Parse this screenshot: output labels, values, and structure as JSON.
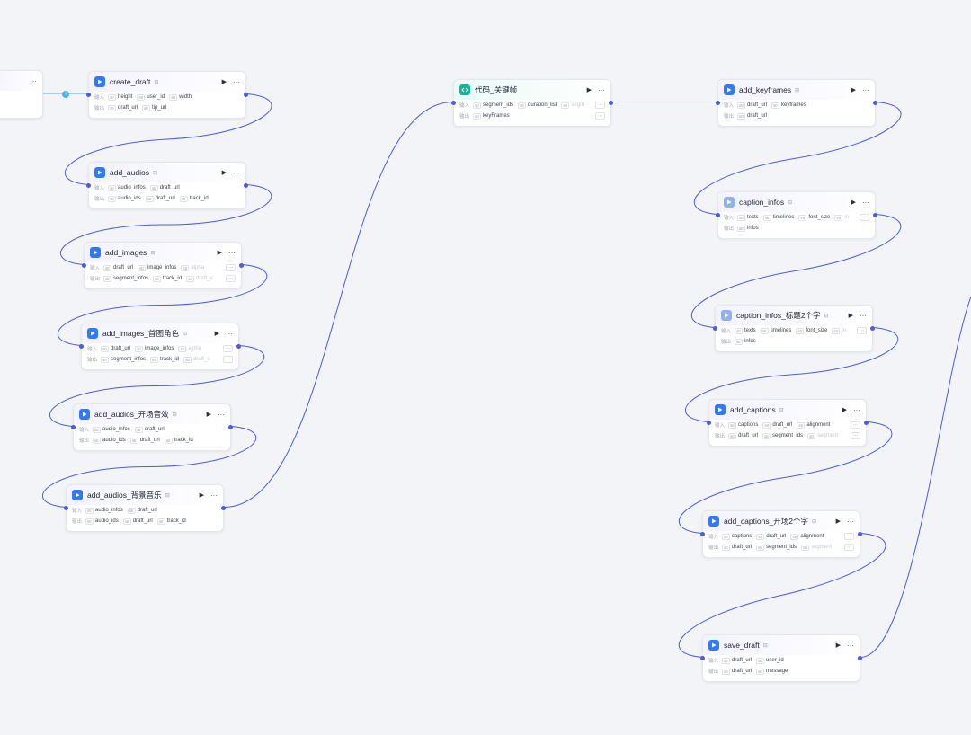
{
  "common": {
    "input_label": "输入",
    "output_label": "输出",
    "run_icon": "▶",
    "more_icon": "···",
    "dots": "···"
  },
  "colors": {
    "edge": "#4a5ce0",
    "plugin_icon": "#2f7bf5",
    "code_icon": "#12b59a",
    "canvas_bg": "#f3f4f7"
  },
  "nodes": {
    "start": {
      "more": "···"
    },
    "create_draft": {
      "title": "create_draft",
      "inputs": [
        "height",
        "user_id",
        "width"
      ],
      "outputs": [
        "draft_url",
        "tip_url"
      ]
    },
    "add_audios": {
      "title": "add_audios",
      "inputs": [
        "audio_infos",
        "draft_url"
      ],
      "outputs": [
        "audio_ids",
        "draft_url",
        "track_id"
      ]
    },
    "add_images": {
      "title": "add_images",
      "inputs": [
        "draft_url",
        "image_infos",
        "alpha"
      ],
      "outputs": [
        "segment_infos",
        "track_id",
        "draft_u"
      ]
    },
    "add_images_2": {
      "title": "add_images_首图角色",
      "inputs": [
        "draft_url",
        "image_infos",
        "alpha"
      ],
      "outputs": [
        "segment_infos",
        "track_id",
        "draft_u"
      ]
    },
    "add_audios_2": {
      "title": "add_audios_开场音效",
      "inputs": [
        "audio_infos",
        "draft_url"
      ],
      "outputs": [
        "audio_ids",
        "draft_url",
        "track_id"
      ]
    },
    "add_audios_3": {
      "title": "add_audios_背景音乐",
      "inputs": [
        "audio_infos",
        "draft_url"
      ],
      "outputs": [
        "audio_ids",
        "draft_url",
        "track_id"
      ]
    },
    "code_keyframes": {
      "title": "代码_关键帧",
      "inputs": [
        "segment_ids",
        "duration_list",
        "segm"
      ],
      "outputs": [
        "keyFrames"
      ]
    },
    "add_keyframes": {
      "title": "add_keyframes",
      "inputs": [
        "draft_url",
        "keyframes"
      ],
      "outputs": [
        "draft_url"
      ]
    },
    "caption_infos": {
      "title": "caption_infos",
      "inputs": [
        "texts",
        "timelines",
        "font_size",
        "in"
      ],
      "outputs": [
        "infos"
      ]
    },
    "caption_infos_2": {
      "title": "caption_infos_标题2个字",
      "inputs": [
        "texts",
        "timelines",
        "font_size",
        "in"
      ],
      "outputs": [
        "infos"
      ]
    },
    "add_captions": {
      "title": "add_captions",
      "inputs": [
        "captions",
        "draft_url",
        "alignment"
      ],
      "outputs": [
        "draft_url",
        "segment_ids",
        "segment"
      ]
    },
    "add_captions_2": {
      "title": "add_captions_开场2个字",
      "inputs": [
        "captions",
        "draft_url",
        "alignment"
      ],
      "outputs": [
        "draft_url",
        "segment_ids",
        "segment"
      ]
    },
    "save_draft": {
      "title": "save_draft",
      "inputs": [
        "draft_url",
        "user_id"
      ],
      "outputs": [
        "draft_url",
        "message"
      ]
    }
  },
  "add_node_icon": "+"
}
